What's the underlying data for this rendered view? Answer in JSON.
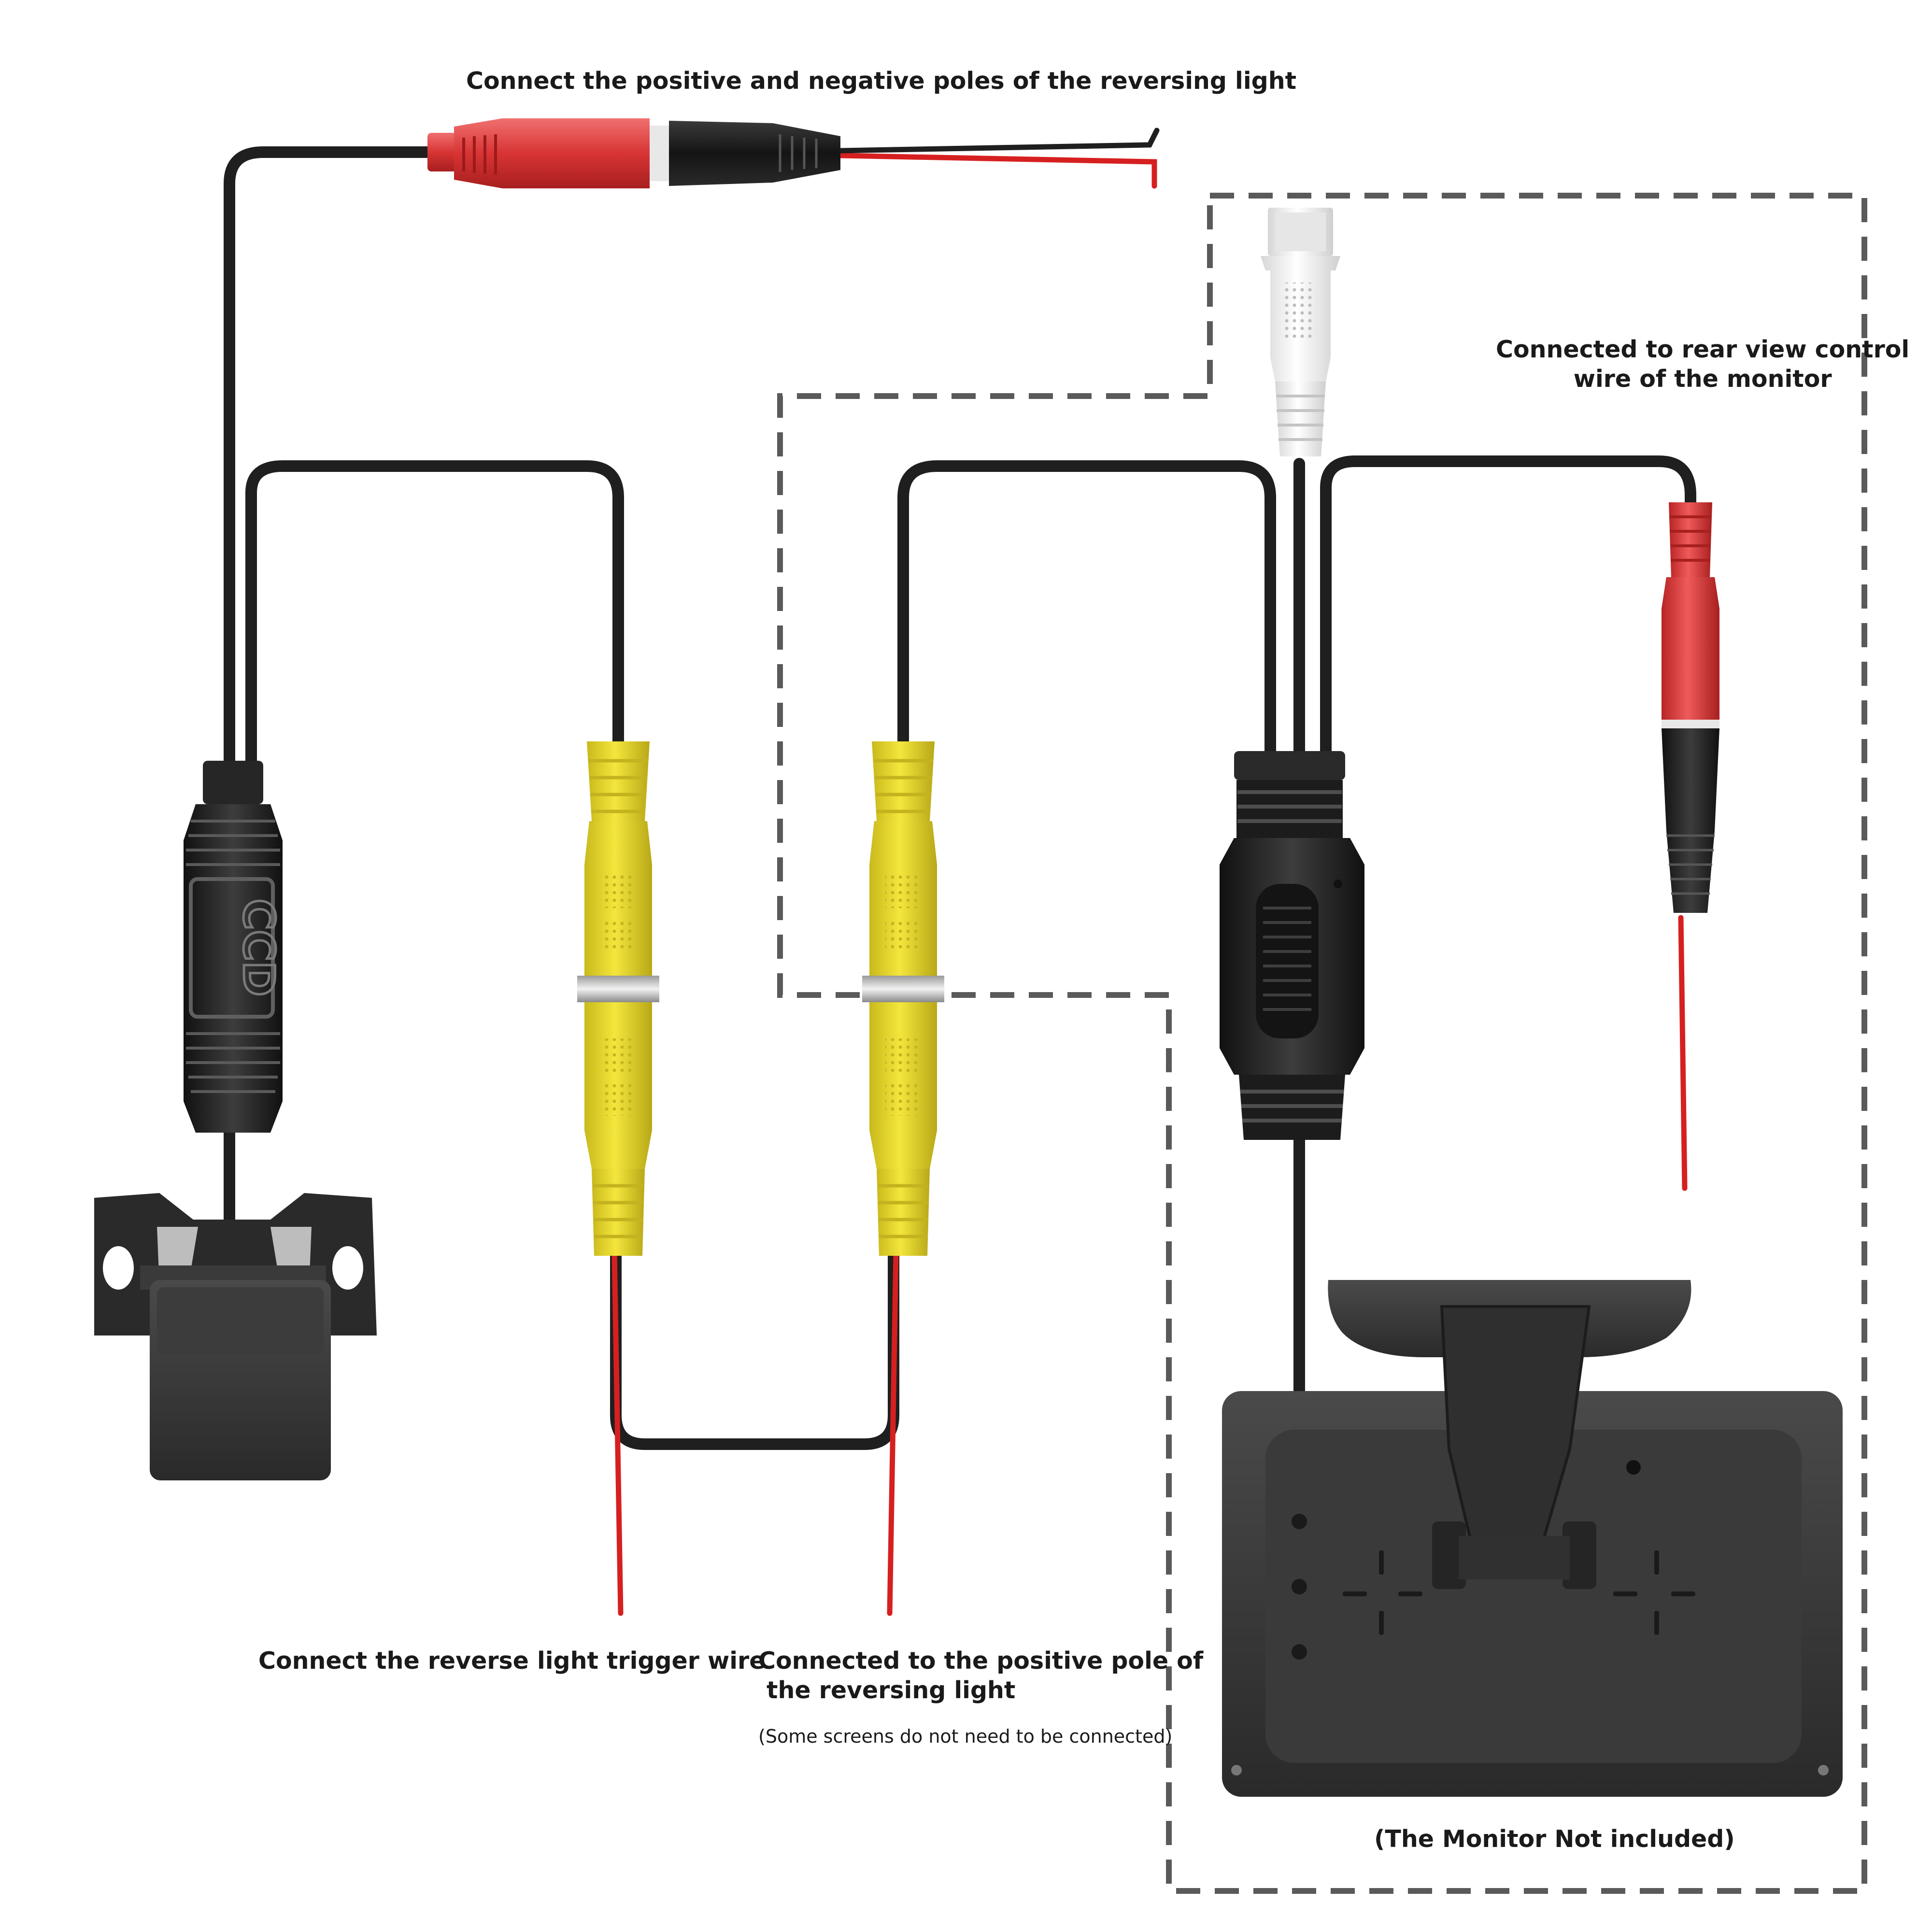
{
  "captions": {
    "top": "Connect the positive and negative poles of the reversing light",
    "rear_line1": "Connected to rear view control",
    "rear_line2": "wire of the monitor",
    "trigger": "Connect the reverse light trigger wire",
    "positive_line1": "Connected to the positive pole of",
    "positive_line2": " the reversing light",
    "positive_note": "(Some screens do not need to be connected)",
    "monitor": "(The Monitor Not included)"
  },
  "camera_label": "CCD",
  "colors": {
    "cable": "#1f1f1f",
    "red_wire": "#d62020",
    "red_plug": "#e04545",
    "yellow_plug": "#f0e032",
    "white_plug": "#f4f4f4",
    "chrome": "#c8c8c8",
    "dashed_border": "#5a5a5a",
    "housing": "#2e2e2e"
  }
}
